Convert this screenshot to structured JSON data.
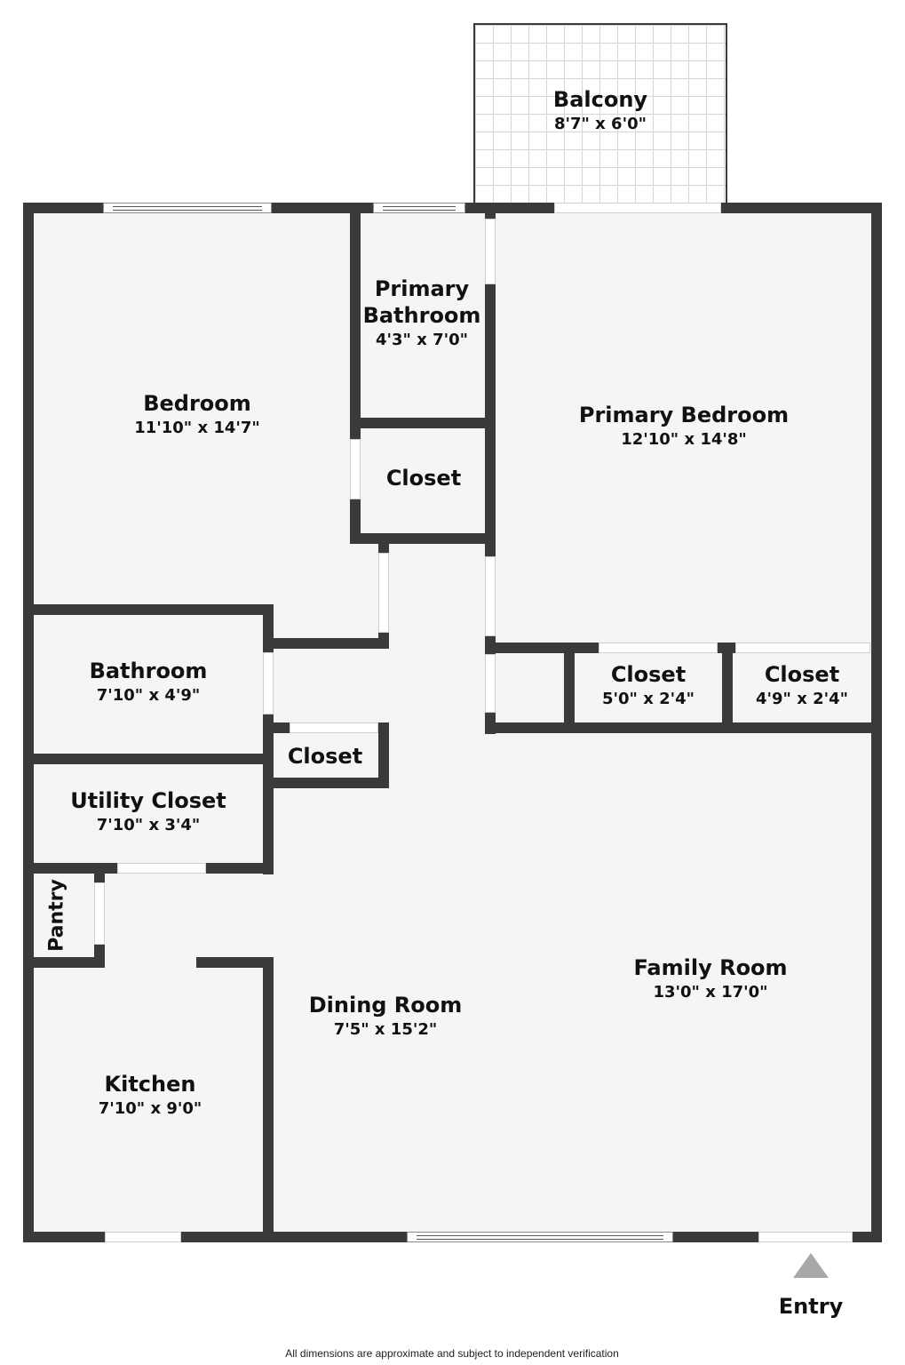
{
  "floorplan": {
    "colors": {
      "wall": "#3a3a3a",
      "floor": "#f5f5f5",
      "opening": "#ffffff",
      "entry_arrow": "#a8a8a8"
    },
    "rooms": [
      {
        "id": "balcony",
        "name": "Balcony",
        "dimensions": "8'7\" x 6'0\""
      },
      {
        "id": "bedroom",
        "name": "Bedroom",
        "dimensions": "11'10\" x 14'7\""
      },
      {
        "id": "primary-bathroom",
        "name": "Primary Bathroom",
        "name_line1": "Primary",
        "name_line2": "Bathroom",
        "dimensions": "4'3\" x 7'0\""
      },
      {
        "id": "primary-bedroom",
        "name": "Primary Bedroom",
        "dimensions": "12'10\" x 14'8\""
      },
      {
        "id": "closet-primary-bath",
        "name": "Closet",
        "dimensions": ""
      },
      {
        "id": "bathroom",
        "name": "Bathroom",
        "dimensions": "7'10\" x 4'9\""
      },
      {
        "id": "closet-1",
        "name": "Closet",
        "dimensions": "5'0\" x 2'4\""
      },
      {
        "id": "closet-2",
        "name": "Closet",
        "dimensions": "4'9\" x 2'4\""
      },
      {
        "id": "closet-hall",
        "name": "Closet",
        "dimensions": ""
      },
      {
        "id": "utility-closet",
        "name": "Utility Closet",
        "dimensions": "7'10\" x 3'4\""
      },
      {
        "id": "pantry",
        "name": "Pantry",
        "dimensions": ""
      },
      {
        "id": "family-room",
        "name": "Family Room",
        "dimensions": "13'0\" x 17'0\""
      },
      {
        "id": "dining-room",
        "name": "Dining Room",
        "dimensions": "7'5\" x 15'2\""
      },
      {
        "id": "kitchen",
        "name": "Kitchen",
        "dimensions": "7'10\" x 9'0\""
      }
    ],
    "entry": {
      "label": "Entry",
      "icon": "triangle-up-arrow"
    },
    "disclaimer": "All dimensions are approximate and subject to independent verification"
  }
}
